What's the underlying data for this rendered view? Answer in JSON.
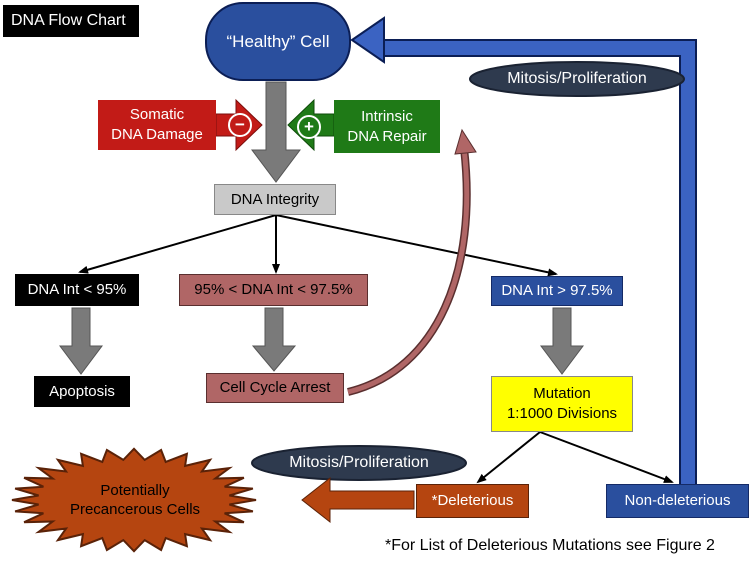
{
  "title": "DNA Flow Chart",
  "nodes": {
    "healthy": "“Healthy” Cell",
    "somatic_line1": "Somatic",
    "somatic_line2": "DNA Damage",
    "repair_line1": "Intrinsic",
    "repair_line2": "DNA Repair",
    "integrity": "DNA Integrity",
    "int_low": "DNA Int < 95%",
    "int_mid": "95% < DNA Int < 97.5%",
    "int_high": "DNA Int > 97.5%",
    "apoptosis": "Apoptosis",
    "arrest": "Cell Cycle Arrest",
    "mutation_line1": "Mutation",
    "mutation_line2": "1:1000 Divisions",
    "deleterious": "*Deleterious",
    "non_deleterious": "Non-deleterious",
    "precancer_line1": "Potentially",
    "precancer_line2": "Precancerous Cells"
  },
  "labels": {
    "mitosis_top": "Mitosis/Proliferation",
    "mitosis_bottom": "Mitosis/Proliferation",
    "minus_sign": "−",
    "plus_sign": "+"
  },
  "footnote": "*For List of Deleterious Mutations see Figure 2",
  "colors": {
    "blue": "#2a4f9e",
    "red": "#c21b17",
    "green": "#1f7a17",
    "rose": "#b06666",
    "orange": "#b54510",
    "yellow": "#ffff00",
    "gray_arrow": "#7a7a7a",
    "dark_ellipse": "#2e3a4e"
  }
}
